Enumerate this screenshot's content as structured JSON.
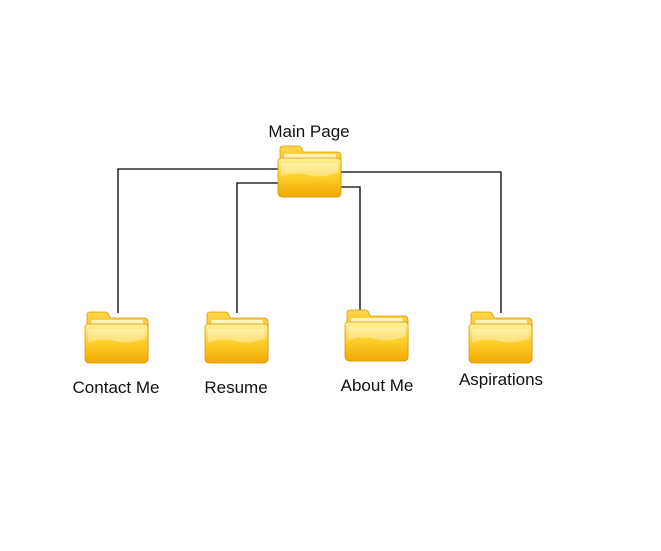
{
  "diagram": {
    "root": {
      "label": "Main Page",
      "icon": "folder-icon"
    },
    "children": [
      {
        "label": "Contact Me",
        "icon": "folder-icon"
      },
      {
        "label": "Resume",
        "icon": "folder-icon"
      },
      {
        "label": "About Me",
        "icon": "folder-icon"
      },
      {
        "label": "Aspirations",
        "icon": "folder-icon"
      }
    ],
    "colors": {
      "folder_light": "#ffe76a",
      "folder_mid": "#ffcc22",
      "folder_dark": "#f2a900",
      "folder_edge": "#d99800",
      "connector": "#000000"
    }
  }
}
